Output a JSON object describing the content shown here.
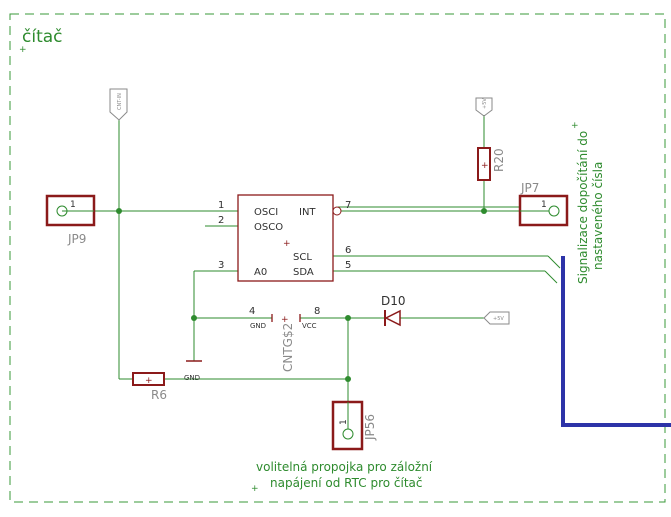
{
  "sheet": {
    "title": "čítač",
    "border_color": "#3a9a3a",
    "wire_color": "#2e8b2e",
    "part_color": "#8b1a1a",
    "bus_color": "#2d33a8"
  },
  "chip": {
    "pins_left": [
      {
        "num": "1",
        "label": "OSCI"
      },
      {
        "num": "2",
        "label": "OSCO"
      },
      {
        "num": "3",
        "label": "A0"
      }
    ],
    "pins_right": [
      {
        "num": "7",
        "label": "INT"
      },
      {
        "num": "6",
        "label": "SCL"
      },
      {
        "num": "5",
        "label": "SDA"
      }
    ],
    "power_pins": [
      {
        "num": "4",
        "label": "GND"
      },
      {
        "num": "8",
        "label": "VCC"
      }
    ],
    "name": "CNTG$2"
  },
  "connectors": {
    "jp9": {
      "name": "JP9",
      "pin": "1"
    },
    "jp7": {
      "name": "JP7",
      "pin": "1"
    },
    "jp56": {
      "name": "JP56",
      "pin": "1"
    }
  },
  "resistors": {
    "r20": "R20",
    "r6": "R6"
  },
  "diode": {
    "name": "D10"
  },
  "labels": {
    "gnd": "GND",
    "flag_top_left": "CNT-IN",
    "flag_top_right": "+5V",
    "flag_right": "+5V"
  },
  "notes": {
    "signal_line1": "Signalizace dopočítání do",
    "signal_line2": "nastaveného čísla",
    "backup_line1": "volitelná propojka pro záložní",
    "backup_line2": "napájení od RTC pro čítač"
  }
}
